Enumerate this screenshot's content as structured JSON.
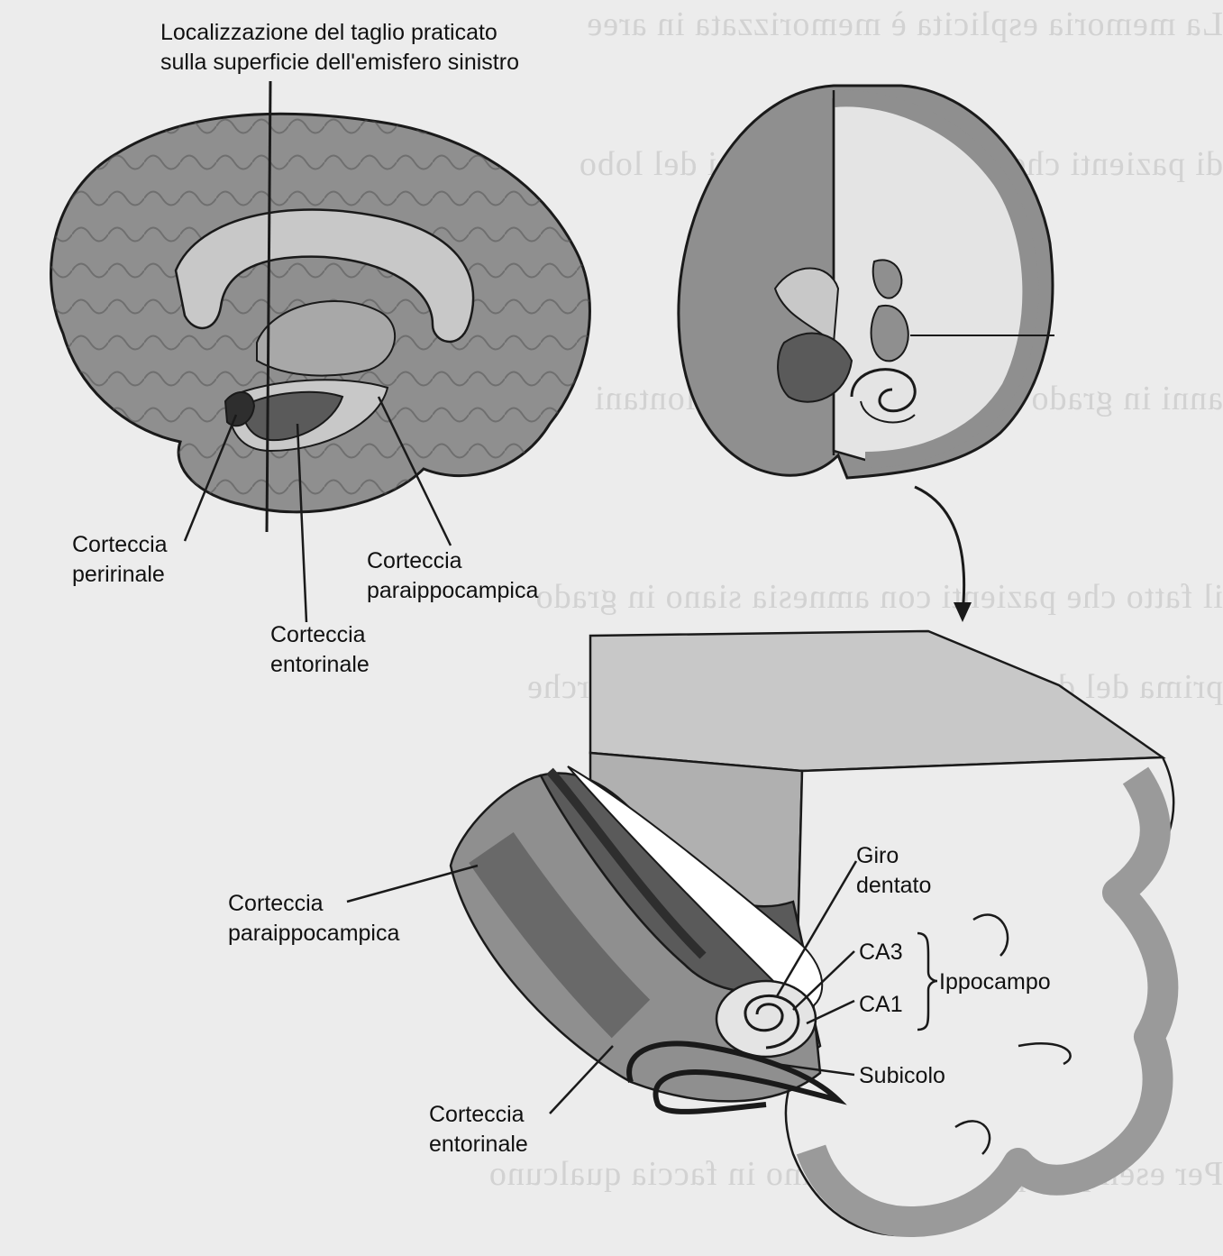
{
  "labels": {
    "cut_location": [
      "Localizzazione del taglio praticato",
      "sulla superficie dell'emisfero sinistro"
    ],
    "perirhinal": [
      "Corteccia",
      "peririnale"
    ],
    "parahippocampal_top": [
      "Corteccia",
      "paraippocampica"
    ],
    "entorhinal_top": [
      "Corteccia",
      "entorinale"
    ],
    "parahippocampal_bottom": [
      "Corteccia",
      "paraippocampica"
    ],
    "dentate_gyrus": [
      "Giro",
      "dentato"
    ],
    "ca3": "CA3",
    "ca1": "CA1",
    "hippocampus": "Ippocampo",
    "subiculum": "Subicolo",
    "entorhinal_bottom": [
      "Corteccia",
      "entorinale"
    ]
  },
  "colors": {
    "cortex": "#8f8f8f",
    "dark_region": "#5a5a5a",
    "light_region": "#c8c8c8",
    "white_matter": "#e4e4e4",
    "outline": "#1a1a1a"
  }
}
